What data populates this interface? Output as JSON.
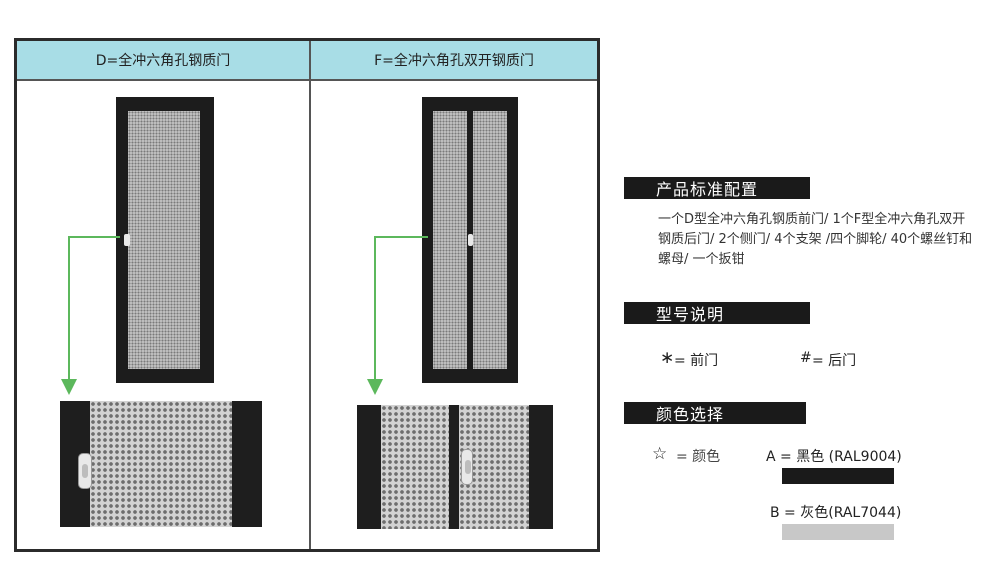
{
  "table": {
    "left_header": "D=全冲六角孔钢质门",
    "right_header": "F=全冲六角孔双开钢质门"
  },
  "config": {
    "title": "产品标准配置",
    "text": "一个D型全冲六角孔钢质前门/ 1个F型全冲六角孔双开钢质后门/ 2个侧门/ 4个支架 /四个脚轮/ 40个螺丝钉和螺母/ 一个扳钳"
  },
  "model": {
    "title": "型号说明",
    "front_symbol": "∗",
    "front_label": "= 前门",
    "rear_symbol": "#",
    "rear_label": "= 后门"
  },
  "color": {
    "title": "颜色选择",
    "star_symbol": "☆",
    "star_label": "=  颜色",
    "option_a": "A = 黑色 (RAL9004)",
    "option_b": "B = 灰色(RAL7044)",
    "swatch_a": "#1a1a1a",
    "swatch_b": "#c8c8c8"
  },
  "theme": {
    "header_bg": "#a8dde6",
    "arrow_color": "#5cb85c"
  }
}
